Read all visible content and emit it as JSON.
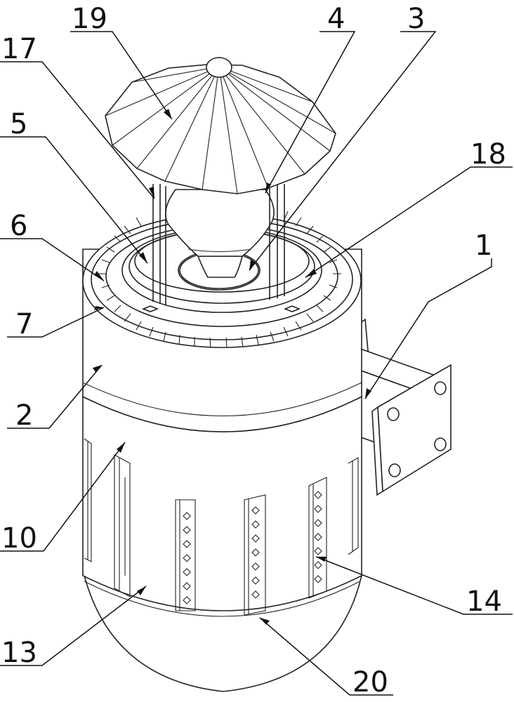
{
  "labels": [
    {
      "id": "19",
      "text": "19"
    },
    {
      "id": "17",
      "text": "17"
    },
    {
      "id": "4",
      "text": "4"
    },
    {
      "id": "3",
      "text": "3"
    },
    {
      "id": "5",
      "text": "5"
    },
    {
      "id": "18",
      "text": "18"
    },
    {
      "id": "6",
      "text": "6"
    },
    {
      "id": "1",
      "text": "1"
    },
    {
      "id": "7",
      "text": "7"
    },
    {
      "id": "2",
      "text": "2"
    },
    {
      "id": "10",
      "text": "10"
    },
    {
      "id": "14",
      "text": "14"
    },
    {
      "id": "13",
      "text": "13"
    },
    {
      "id": "20",
      "text": "20"
    }
  ]
}
